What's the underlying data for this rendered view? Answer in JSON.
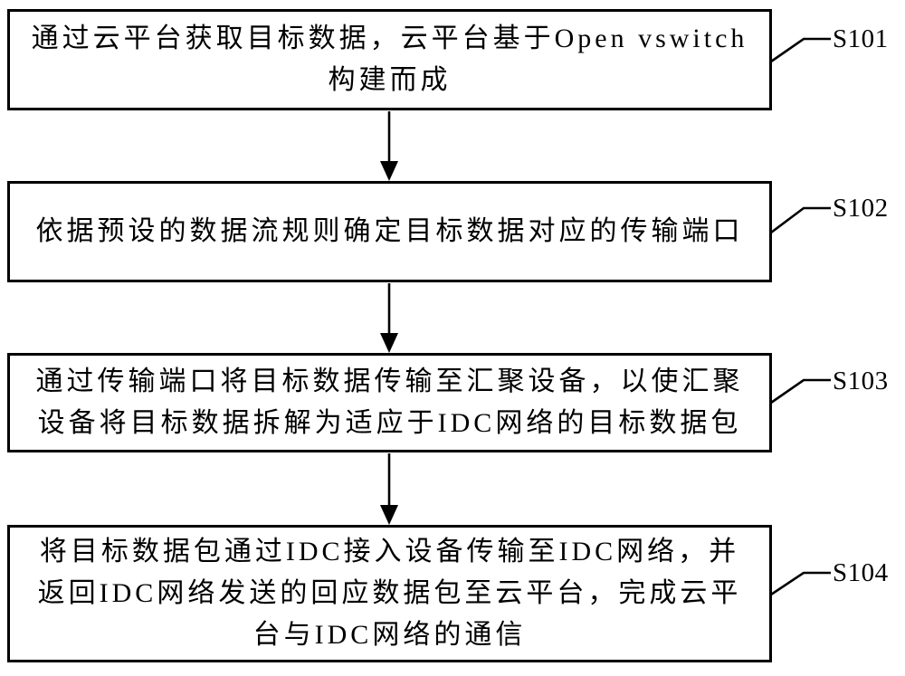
{
  "figure": {
    "type": "flowchart",
    "background_color": "#ffffff",
    "line_color": "#000000",
    "boxes": [
      {
        "label": "S101",
        "lines": [
          "通过云平台获取目标数据，云平台基于Open vswitch",
          "构建而成"
        ]
      },
      {
        "label": "S102",
        "lines": [
          "依据预设的数据流规则确定目标数据对应的传输端口"
        ]
      },
      {
        "label": "S103",
        "lines": [
          "通过传输端口将目标数据传输至汇聚设备，以使汇聚",
          "设备将目标数据拆解为适应于IDC网络的目标数据包"
        ]
      },
      {
        "label": "S104",
        "lines": [
          "将目标数据包通过IDC接入设备传输至IDC网络，并",
          "返回IDC网络发送的回应数据包至云平台，完成云平",
          "台与IDC网络的通信"
        ]
      }
    ]
  }
}
